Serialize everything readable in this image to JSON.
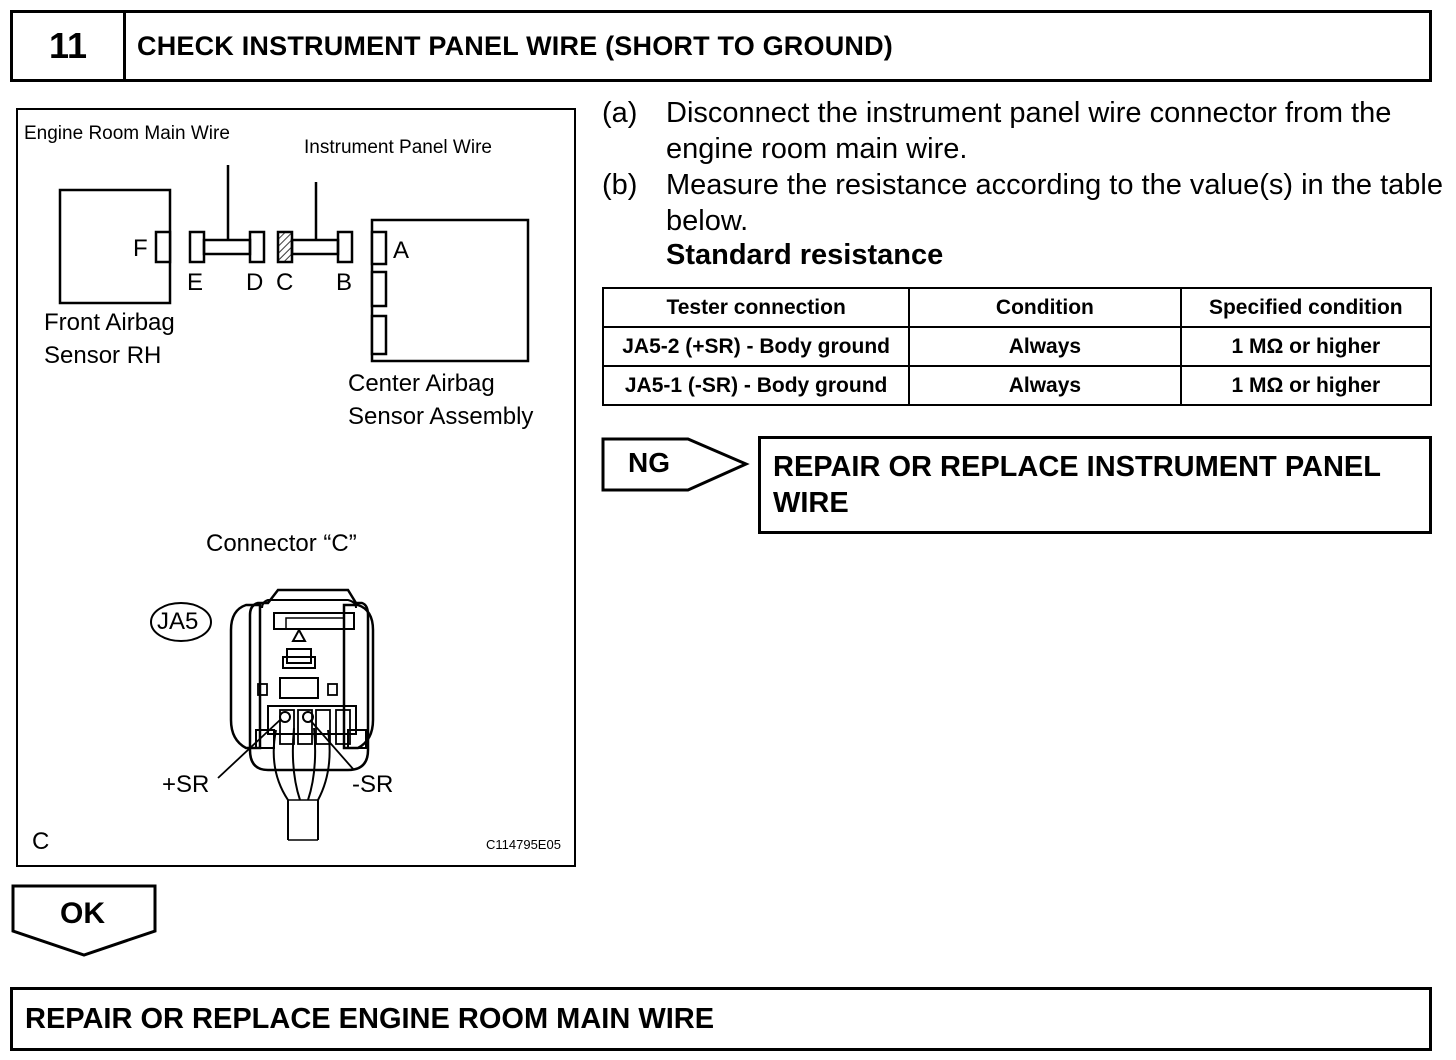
{
  "step": {
    "number": "11",
    "title": "CHECK INSTRUMENT PANEL WIRE (SHORT TO GROUND)"
  },
  "illustration": {
    "engine_room_main_wire": "Engine Room Main Wire",
    "instrument_panel_wire": "Instrument Panel Wire",
    "connector_letters": {
      "F": "F",
      "E": "E",
      "D": "D",
      "C": "C",
      "B": "B",
      "A": "A"
    },
    "front_sensor_line1": "Front Airbag",
    "front_sensor_line2": "Sensor RH",
    "center_sensor_line1": "Center Airbag",
    "center_sensor_line2": "Sensor Assembly",
    "connector_c_title": "Connector “C”",
    "connector_id": "JA5",
    "terminal_plus": "+SR",
    "terminal_minus": "-SR",
    "corner_letter": "C",
    "figure_code": "C114795E05"
  },
  "instructions": [
    {
      "letter": "(a)",
      "text": "Disconnect the instrument panel wire connector from the engine room main wire."
    },
    {
      "letter": "(b)",
      "text": "Measure the resistance according to the value(s) in the table below."
    }
  ],
  "standard_label": "Standard resistance",
  "table": {
    "headers": [
      "Tester connection",
      "Condition",
      "Specified condition"
    ],
    "rows": [
      [
        "JA5-2 (+SR) - Body ground",
        "Always",
        "1 MΩ or higher"
      ],
      [
        "JA5-1 (-SR) - Body ground",
        "Always",
        "1 MΩ or higher"
      ]
    ]
  },
  "ng": {
    "label": "NG",
    "result": "REPAIR OR REPLACE INSTRUMENT PANEL WIRE"
  },
  "ok": {
    "label": "OK"
  },
  "final_result": "REPAIR OR REPLACE ENGINE ROOM MAIN WIRE"
}
